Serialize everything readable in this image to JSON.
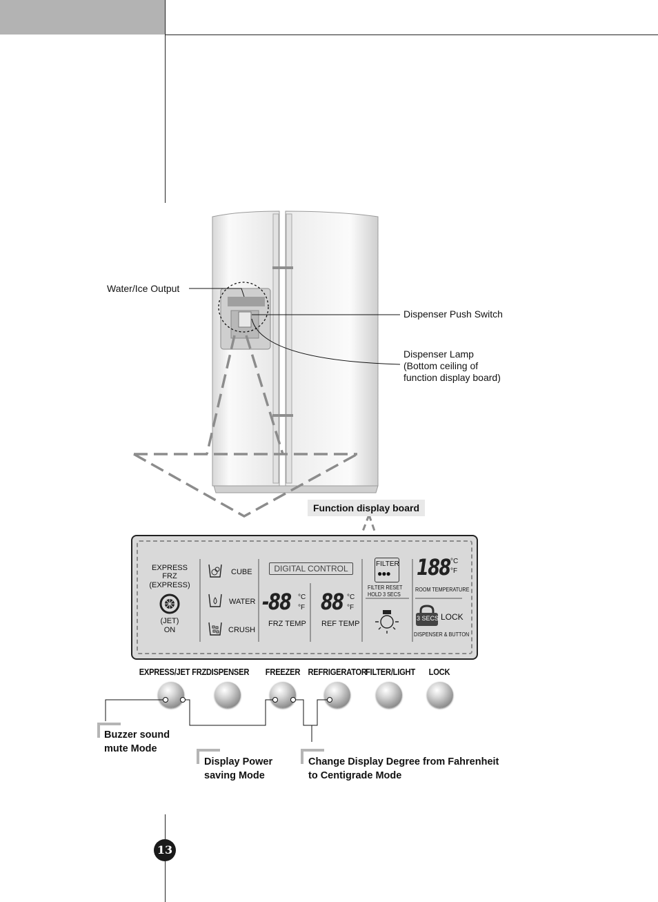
{
  "page": {
    "number": "13"
  },
  "fridge_labels": {
    "water_ice_output": "Water/Ice Output",
    "dispenser_push_switch": "Dispenser Push Switch",
    "dispenser_lamp": [
      "Dispenser Lamp",
      "(Bottom  ceiling of",
      "function display board)"
    ]
  },
  "function_display_board_label": "Function  display  board",
  "panel": {
    "express": {
      "line1": "EXPRESS",
      "line2": "FRZ",
      "line3": "(EXPRESS)",
      "line4": "(JET)",
      "line5": "ON"
    },
    "dispenser_options": [
      "CUBE",
      "WATER",
      "CRUSH"
    ],
    "digital_control": "DIGITAL CONTROL",
    "freezer_display": "-88",
    "refrigerator_display": "88",
    "unit_c": "°C",
    "unit_f": "°F",
    "frz_temp": "FRZ TEMP",
    "ref_temp": "REF TEMP",
    "filter": "FILTER",
    "filter_reset": [
      "FILTER RESET",
      "HOLD 3 SECS"
    ],
    "room_display": "188",
    "room_temperature": "ROOM TEMPERATURE",
    "lock_badge": "3 SECS",
    "lock": "LOCK",
    "dispenser_button": "DISPENSER & BUTTON"
  },
  "buttons": [
    "EXPRESS/JET FRZ",
    "DISPENSER",
    "FREEZER",
    "REFRIGERATOR",
    "FILTER/LIGHT",
    "LOCK"
  ],
  "notes": {
    "buzzer": [
      "Buzzer sound",
      "mute  Mode"
    ],
    "display_power": [
      "Display Power",
      "saving Mode"
    ],
    "change_degree": [
      "Change Display Degree from Fahrenheit",
      "to  Centigrade Mode"
    ]
  }
}
